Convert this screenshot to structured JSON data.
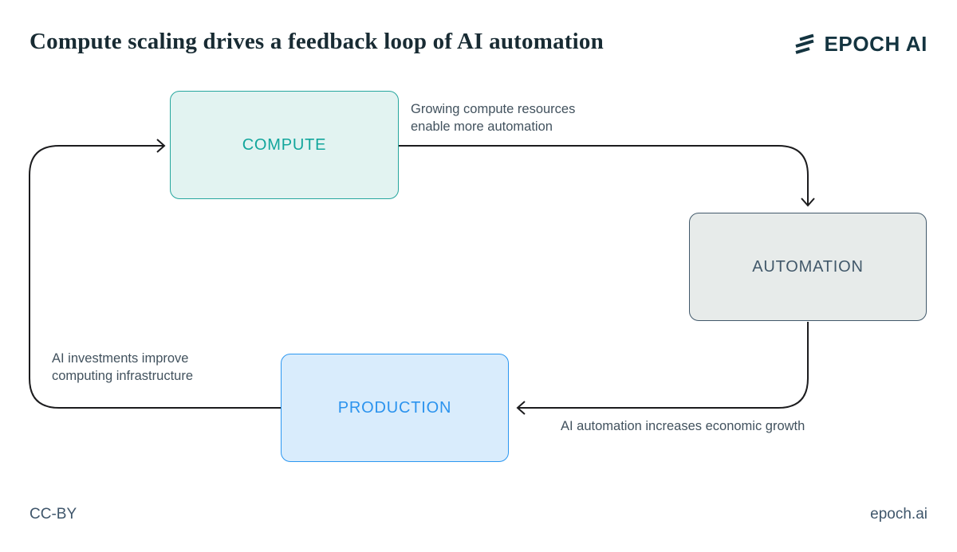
{
  "header": {
    "title": "Compute scaling drives a feedback loop of AI automation",
    "logo": {
      "icon": "epoch-logo-mark",
      "text": "EPOCH AI",
      "color": "#143440"
    }
  },
  "diagram": {
    "arrow_color": "#1c1c1e",
    "nodes": [
      {
        "id": "compute",
        "label": "COMPUTE",
        "fill": "#e2f3f1",
        "border": "#26a69e",
        "text_color": "#12a69c"
      },
      {
        "id": "automation",
        "label": "AUTOMATION",
        "fill": "#e7ebea",
        "border": "#42596b",
        "text_color": "#41586a"
      },
      {
        "id": "production",
        "label": "PRODUCTION",
        "fill": "#d9ecfc",
        "border": "#2b97f1",
        "text_color": "#2b93ee"
      }
    ],
    "edges": [
      {
        "from": "compute",
        "to": "automation",
        "label": "Growing compute resources\nenable more automation"
      },
      {
        "from": "automation",
        "to": "production",
        "label": "AI automation increases economic growth"
      },
      {
        "from": "production",
        "to": "compute",
        "label": "AI investments improve\ncomputing infrastructure"
      }
    ]
  },
  "footer": {
    "license": "CC-BY",
    "website": "epoch.ai"
  }
}
